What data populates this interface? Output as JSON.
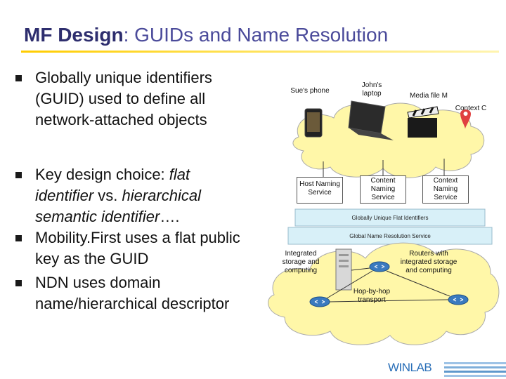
{
  "title": {
    "bold": "MF Design",
    "rest": ": GUIDs and Name Resolution"
  },
  "bullets": [
    {
      "lines": [
        "Globally unique identifiers",
        "(GUID) used to define all",
        "network-attached objects"
      ]
    },
    {
      "lines": [
        "Key design choice: flat",
        "identifier vs. hierarchical",
        "semantic identifier…."
      ]
    },
    {
      "lines": [
        "Mobility.First uses a flat public",
        "key as the GUID"
      ]
    },
    {
      "lines": [
        "NDN uses domain",
        "name/hierarchical descriptor"
      ]
    }
  ],
  "diagram": {
    "sues_phone": "Sue's phone",
    "johns_laptop": [
      "John's",
      "laptop"
    ],
    "media_file": "Media file M",
    "context": "Context C",
    "host_naming": [
      "Host Naming",
      "Service"
    ],
    "content_naming": [
      "Content",
      "Naming",
      "Service"
    ],
    "context_naming": [
      "Context",
      "Naming",
      "Service"
    ],
    "guid_bar": "Globally Unique Flat Identifiers",
    "gnrs_bar": "Global Name Resolution Service",
    "integrated": [
      "Integrated",
      "storage and",
      "computing"
    ],
    "routers": [
      "Routers with",
      "integrated storage",
      "and computing"
    ],
    "hop": [
      "Hop-by-hop",
      "transport"
    ]
  },
  "footer": {
    "logo": "WINLAB"
  },
  "colors": {
    "title": "#2e2e6e",
    "rule": "#ffcc00",
    "cloud": "#fff7a8",
    "bar": "#d8f0f8",
    "winlab": "#2a6fb8"
  }
}
